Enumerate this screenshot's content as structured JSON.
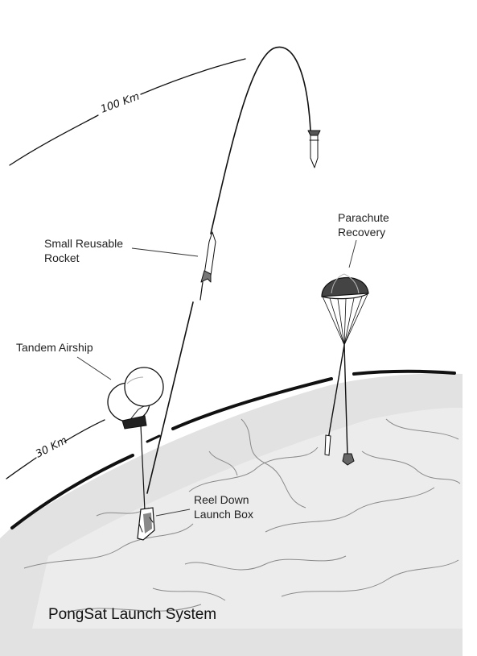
{
  "labels": {
    "altitude_high": "100 Km",
    "altitude_low": "30 Km",
    "rocket": [
      "Small Reusable",
      "Rocket"
    ],
    "parachute": [
      "Parachute",
      "Recovery"
    ],
    "airship": "Tandem Airship",
    "launch_box": [
      "Reel Down",
      "Launch Box"
    ]
  },
  "title": "PongSat Launch System",
  "colors": {
    "ink": "#111111",
    "shading": "#dcdcdc",
    "paper": "#ffffff"
  }
}
